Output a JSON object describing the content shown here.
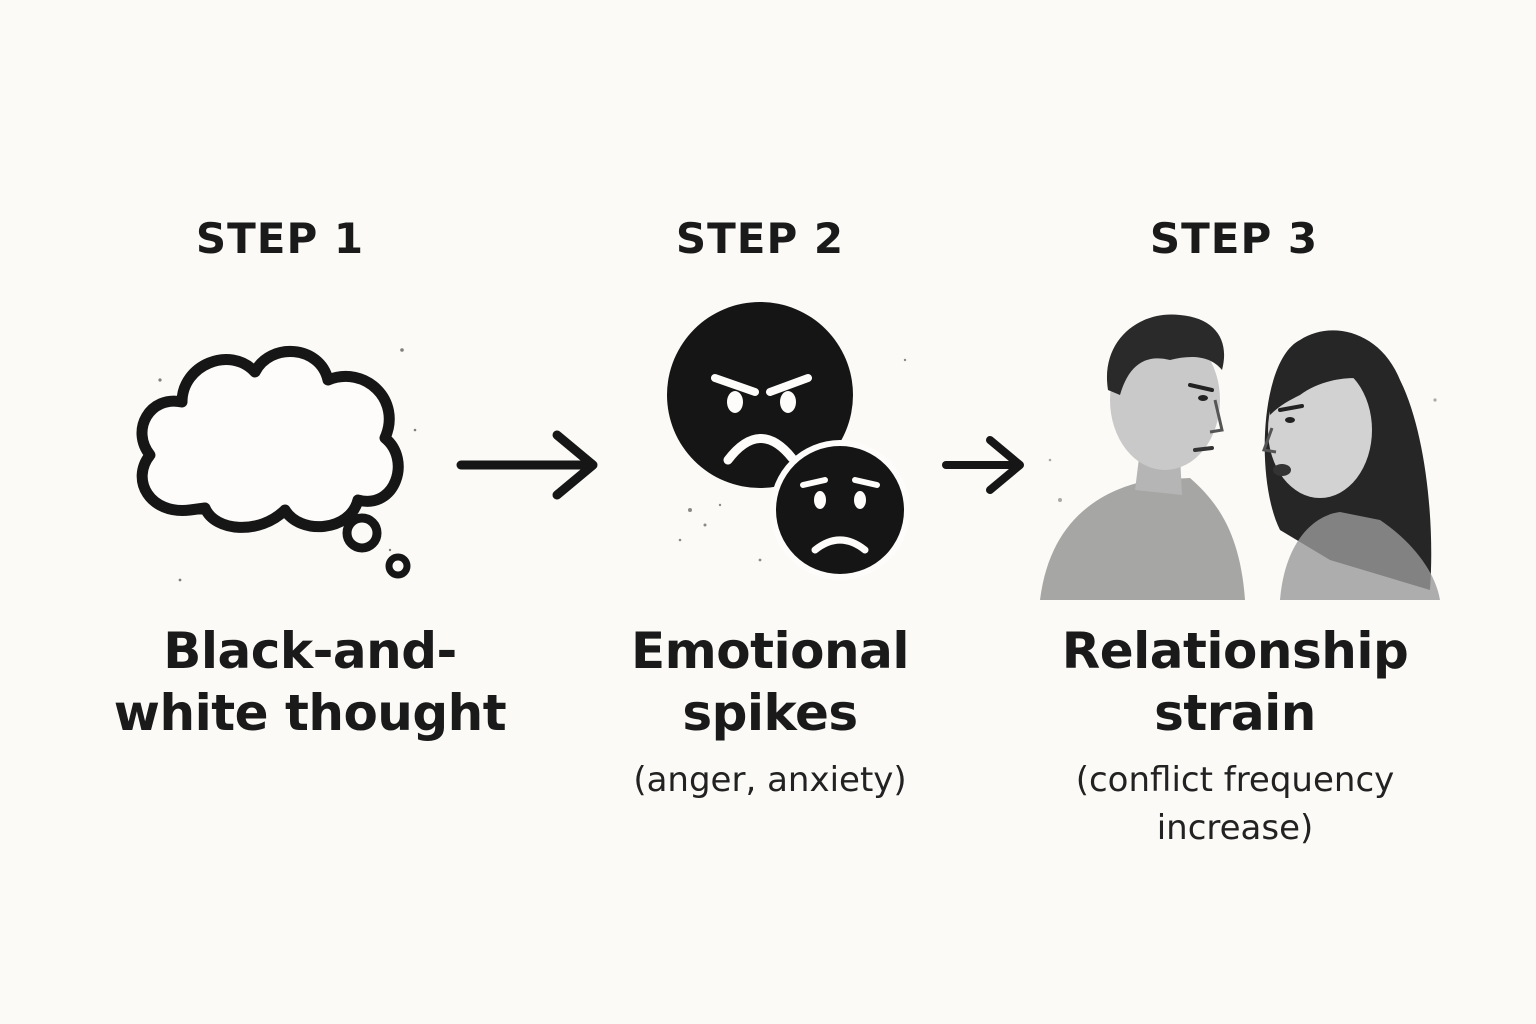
{
  "steps": [
    {
      "heading": "STEP 1",
      "title_line1": "Black-and-",
      "title_line2": "white thought",
      "icon": "thought-bubble-icon"
    },
    {
      "heading": "STEP 2",
      "title_line1": "Emotional",
      "title_line2": "spikes",
      "subtitle_line1": "(anger, anxiety)",
      "icon": "angry-and-sad-faces-icon"
    },
    {
      "heading": "STEP 3",
      "title_line1": "Relationship",
      "title_line2": "strain",
      "subtitle_line1": "(conflict frequency",
      "subtitle_line2": "increase)",
      "icon": "arguing-couple-illustration"
    }
  ],
  "arrows": [
    "right-arrow-icon",
    "right-arrow-icon"
  ],
  "colors": {
    "background": "#fbfaf7",
    "ink": "#1a1a1a"
  }
}
